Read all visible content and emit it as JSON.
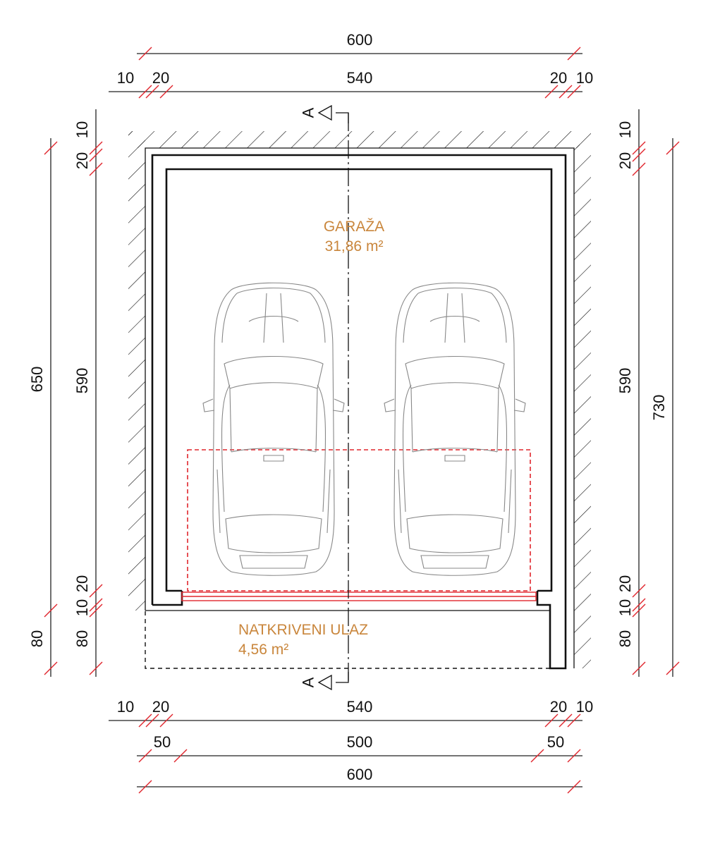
{
  "colors": {
    "ink": "#111111",
    "dimension_tick": "#e0262d",
    "label": "#c9863c",
    "car_outline": "#888888"
  },
  "rooms": {
    "garage": {
      "name": "GARAŽA",
      "area": "31,86 m²"
    },
    "entrance": {
      "name": "NATKRIVENI ULAZ",
      "area": "4,56 m²"
    }
  },
  "section_marker": {
    "top": "A",
    "bottom": "A"
  },
  "dimensions": {
    "top_overall": "600",
    "top_detail": [
      "10",
      "20",
      "540",
      "20",
      "10"
    ],
    "bottom_detail": [
      "10",
      "20",
      "540",
      "20",
      "10"
    ],
    "bottom_mid": [
      "50",
      "500",
      "50"
    ],
    "bottom_overall": "600",
    "left_overall": [
      "650",
      "80"
    ],
    "left_detail": [
      "10",
      "20",
      "590",
      "20",
      "10",
      "80"
    ],
    "right_detail": [
      "10",
      "20",
      "590",
      "20",
      "10",
      "80"
    ],
    "right_overall": "730"
  },
  "icons": {
    "car_left": "car-top-view-icon",
    "car_right": "car-top-view-icon",
    "section_arrow": "section-arrow-icon"
  }
}
